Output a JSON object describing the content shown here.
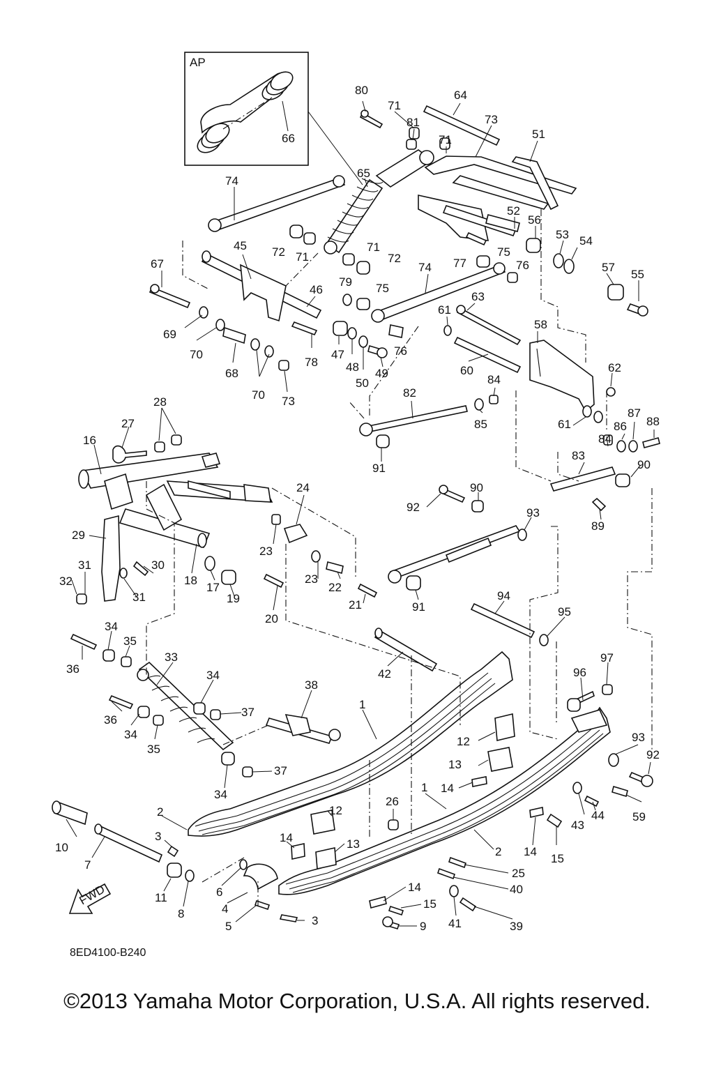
{
  "diagram": {
    "inset_label": "AP",
    "code": "8ED4100-B240",
    "fwd_label": "FWD",
    "copyright": "©2013 Yamaha Motor Corporation, U.S.A. All rights reserved.",
    "callouts": [
      {
        "id": "c80",
        "label": "80"
      },
      {
        "id": "c64",
        "label": "64"
      },
      {
        "id": "c71a",
        "label": "71"
      },
      {
        "id": "c81",
        "label": "81"
      },
      {
        "id": "c73a",
        "label": "73"
      },
      {
        "id": "c71b",
        "label": "71"
      },
      {
        "id": "c51",
        "label": "51"
      },
      {
        "id": "c66",
        "label": "66"
      },
      {
        "id": "c74a",
        "label": "74"
      },
      {
        "id": "c65",
        "label": "65"
      },
      {
        "id": "c52",
        "label": "52"
      },
      {
        "id": "c56",
        "label": "56"
      },
      {
        "id": "c53",
        "label": "53"
      },
      {
        "id": "c54",
        "label": "54"
      },
      {
        "id": "c72a",
        "label": "72"
      },
      {
        "id": "c71c",
        "label": "71"
      },
      {
        "id": "c45",
        "label": "45"
      },
      {
        "id": "c71d",
        "label": "71"
      },
      {
        "id": "c72b",
        "label": "72"
      },
      {
        "id": "c77",
        "label": "77"
      },
      {
        "id": "c75a",
        "label": "75"
      },
      {
        "id": "c76a",
        "label": "76"
      },
      {
        "id": "c57",
        "label": "57"
      },
      {
        "id": "c55",
        "label": "55"
      },
      {
        "id": "c67",
        "label": "67"
      },
      {
        "id": "c74b",
        "label": "74"
      },
      {
        "id": "c79",
        "label": "79"
      },
      {
        "id": "c75b",
        "label": "75"
      },
      {
        "id": "c63",
        "label": "63"
      },
      {
        "id": "c61a",
        "label": "61"
      },
      {
        "id": "c46",
        "label": "46"
      },
      {
        "id": "c69",
        "label": "69"
      },
      {
        "id": "c76b",
        "label": "76"
      },
      {
        "id": "c58",
        "label": "58"
      },
      {
        "id": "c70a",
        "label": "70"
      },
      {
        "id": "c78",
        "label": "78"
      },
      {
        "id": "c47",
        "label": "47"
      },
      {
        "id": "c48",
        "label": "48"
      },
      {
        "id": "c49",
        "label": "49"
      },
      {
        "id": "c60",
        "label": "60"
      },
      {
        "id": "c62",
        "label": "62"
      },
      {
        "id": "c68",
        "label": "68"
      },
      {
        "id": "c50",
        "label": "50"
      },
      {
        "id": "c70b",
        "label": "70"
      },
      {
        "id": "c73b",
        "label": "73"
      },
      {
        "id": "c28",
        "label": "28"
      },
      {
        "id": "c84a",
        "label": "84"
      },
      {
        "id": "c82",
        "label": "82"
      },
      {
        "id": "c85",
        "label": "85"
      },
      {
        "id": "c87",
        "label": "87"
      },
      {
        "id": "c88",
        "label": "88"
      },
      {
        "id": "c61b",
        "label": "61"
      },
      {
        "id": "c86",
        "label": "86"
      },
      {
        "id": "c27",
        "label": "27"
      },
      {
        "id": "c84b",
        "label": "84"
      },
      {
        "id": "c16",
        "label": "16"
      },
      {
        "id": "c91a",
        "label": "91"
      },
      {
        "id": "c83",
        "label": "83"
      },
      {
        "id": "c90a",
        "label": "90"
      },
      {
        "id": "c24",
        "label": "24"
      },
      {
        "id": "c90b",
        "label": "90"
      },
      {
        "id": "c92a",
        "label": "92"
      },
      {
        "id": "c89",
        "label": "89"
      },
      {
        "id": "c29",
        "label": "29"
      },
      {
        "id": "c93a",
        "label": "93"
      },
      {
        "id": "c23a",
        "label": "23"
      },
      {
        "id": "c31a",
        "label": "31"
      },
      {
        "id": "c30",
        "label": "30"
      },
      {
        "id": "c32",
        "label": "32"
      },
      {
        "id": "c18",
        "label": "18"
      },
      {
        "id": "c23b",
        "label": "23"
      },
      {
        "id": "c17",
        "label": "17"
      },
      {
        "id": "c22",
        "label": "22"
      },
      {
        "id": "c91b",
        "label": "91"
      },
      {
        "id": "c31b",
        "label": "31"
      },
      {
        "id": "c19",
        "label": "19"
      },
      {
        "id": "c21",
        "label": "21"
      },
      {
        "id": "c20",
        "label": "20"
      },
      {
        "id": "c94",
        "label": "94"
      },
      {
        "id": "c95",
        "label": "95"
      },
      {
        "id": "c34a",
        "label": "34"
      },
      {
        "id": "c35a",
        "label": "35"
      },
      {
        "id": "c36a",
        "label": "36"
      },
      {
        "id": "c33",
        "label": "33"
      },
      {
        "id": "c42",
        "label": "42"
      },
      {
        "id": "c97",
        "label": "97"
      },
      {
        "id": "c96",
        "label": "96"
      },
      {
        "id": "c34b",
        "label": "34"
      },
      {
        "id": "c38",
        "label": "38"
      },
      {
        "id": "c36b",
        "label": "36"
      },
      {
        "id": "c37a",
        "label": "37"
      },
      {
        "id": "c1a",
        "label": "1"
      },
      {
        "id": "c34c",
        "label": "34"
      },
      {
        "id": "c12a",
        "label": "12"
      },
      {
        "id": "c35b",
        "label": "35"
      },
      {
        "id": "c13a",
        "label": "13"
      },
      {
        "id": "c93b",
        "label": "93"
      },
      {
        "id": "c92b",
        "label": "92"
      },
      {
        "id": "c37b",
        "label": "37"
      },
      {
        "id": "c34d",
        "label": "34"
      },
      {
        "id": "c14a",
        "label": "14"
      },
      {
        "id": "c1b",
        "label": "1"
      },
      {
        "id": "c59",
        "label": "59"
      },
      {
        "id": "c44",
        "label": "44"
      },
      {
        "id": "c43",
        "label": "43"
      },
      {
        "id": "c12b",
        "label": "12"
      },
      {
        "id": "c26",
        "label": "26"
      },
      {
        "id": "c2a",
        "label": "2"
      },
      {
        "id": "c10",
        "label": "10"
      },
      {
        "id": "c3a",
        "label": "3"
      },
      {
        "id": "c14b",
        "label": "14"
      },
      {
        "id": "c13b",
        "label": "13"
      },
      {
        "id": "c14c",
        "label": "14"
      },
      {
        "id": "c15a",
        "label": "15"
      },
      {
        "id": "c2b",
        "label": "2"
      },
      {
        "id": "c7",
        "label": "7"
      },
      {
        "id": "c25",
        "label": "25"
      },
      {
        "id": "c40",
        "label": "40"
      },
      {
        "id": "c6",
        "label": "6"
      },
      {
        "id": "c11",
        "label": "11"
      },
      {
        "id": "c4",
        "label": "4"
      },
      {
        "id": "c8",
        "label": "8"
      },
      {
        "id": "c14d",
        "label": "14"
      },
      {
        "id": "c15b",
        "label": "15"
      },
      {
        "id": "c41",
        "label": "41"
      },
      {
        "id": "c39",
        "label": "39"
      },
      {
        "id": "c5",
        "label": "5"
      },
      {
        "id": "c3b",
        "label": "3"
      },
      {
        "id": "c9",
        "label": "9"
      }
    ]
  }
}
